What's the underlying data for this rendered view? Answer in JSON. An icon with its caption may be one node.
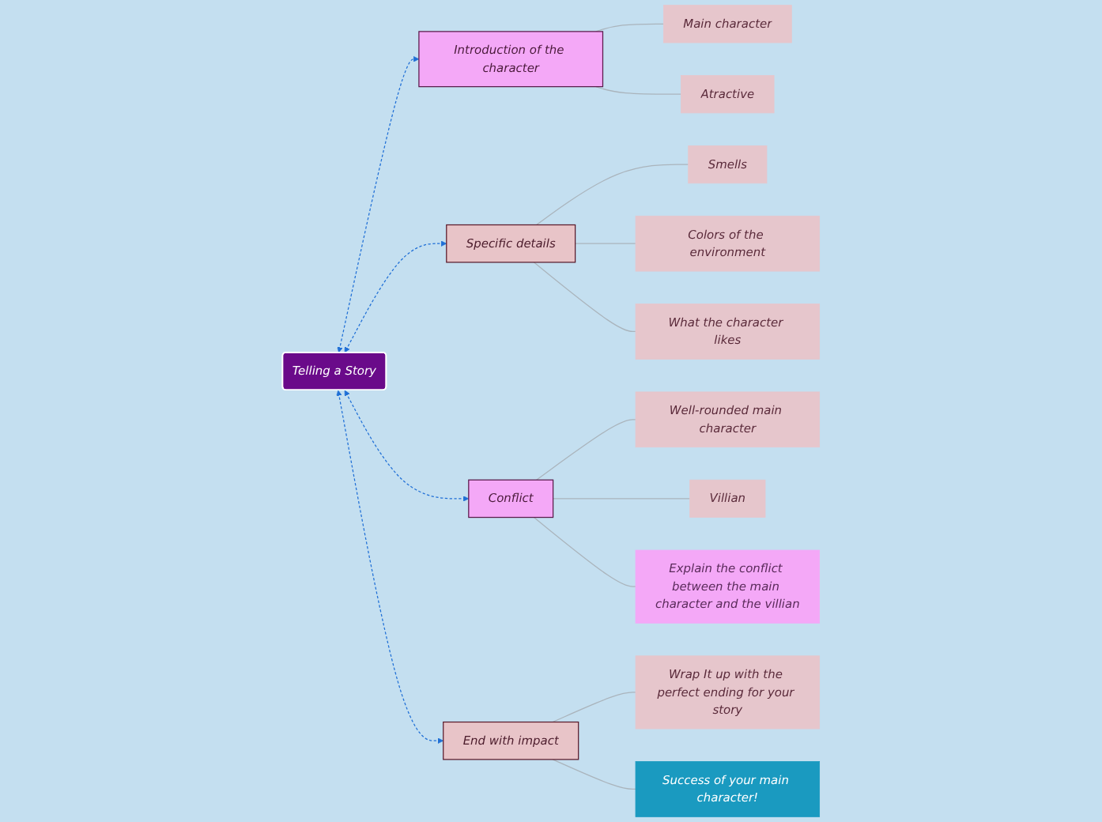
{
  "diagram": {
    "nodes": [
      {
        "text": [
          "Telling a Story"
        ]
      },
      {
        "text": [
          "Introduction of the character"
        ]
      },
      {
        "text": [
          "Main character"
        ]
      },
      {
        "text": [
          "Atractive"
        ]
      },
      {
        "text": [
          "Specific details"
        ]
      },
      {
        "text": [
          "Smells"
        ]
      },
      {
        "text": [
          "Colors of the environment"
        ]
      },
      {
        "text": [
          "What the character likes"
        ]
      },
      {
        "text": [
          "Conflict"
        ]
      },
      {
        "text": [
          "Well-rounded main character"
        ]
      },
      {
        "text": [
          "Villian"
        ]
      },
      {
        "text": [
          "Explain the conflict between the main character and the villian"
        ]
      },
      {
        "text": [
          "End with impact"
        ]
      },
      {
        "text": [
          "Wrap It up with the perfect ending for your story"
        ]
      },
      {
        "text": [
          "Success of your main character!"
        ]
      }
    ],
    "edges": [
      {
        "from": 0,
        "to": 1,
        "arrow": "both",
        "style": "dashed",
        "color": "#1f6fd6"
      },
      {
        "from": 1,
        "to": 2,
        "arrow": "none"
      },
      {
        "from": 1,
        "to": 3,
        "arrow": "none"
      },
      {
        "from": 0,
        "to": 4,
        "arrow": "both",
        "style": "dashed",
        "color": "#1f6fd6"
      },
      {
        "from": 4,
        "to": 5,
        "arrow": "none"
      },
      {
        "from": 4,
        "to": 6,
        "arrow": "none"
      },
      {
        "from": 4,
        "to": 7,
        "arrow": "none"
      },
      {
        "from": 0,
        "to": 8,
        "arrow": "both",
        "style": "dashed",
        "color": "#1f6fd6"
      },
      {
        "from": 8,
        "to": 9,
        "arrow": "none"
      },
      {
        "from": 8,
        "to": 10,
        "arrow": "none"
      },
      {
        "from": 8,
        "to": 11,
        "arrow": "none"
      },
      {
        "from": 0,
        "to": 12,
        "arrow": "both",
        "style": "dashed",
        "color": "#1f6fd6"
      },
      {
        "from": 12,
        "to": 13,
        "arrow": "none"
      },
      {
        "from": 12,
        "to": 14,
        "arrow": "none"
      }
    ]
  }
}
